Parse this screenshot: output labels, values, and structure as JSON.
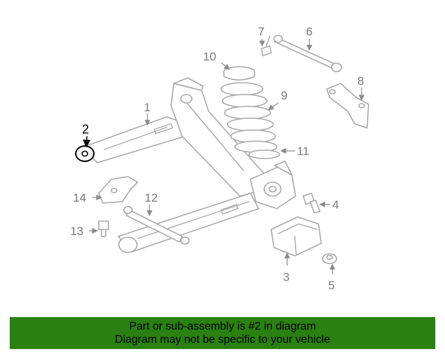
{
  "banner": {
    "line1": "Part or sub-assembly is #2 in diagram",
    "line2": "Diagram may not be specific to your vehicle",
    "color": "#2a8010"
  },
  "highlight_color": "#000000",
  "callouts": [
    {
      "id": "1",
      "label": "1"
    },
    {
      "id": "2",
      "label": "2",
      "highlighted": true
    },
    {
      "id": "3",
      "label": "3"
    },
    {
      "id": "4",
      "label": "4"
    },
    {
      "id": "5",
      "label": "5"
    },
    {
      "id": "6",
      "label": "6"
    },
    {
      "id": "7",
      "label": "7"
    },
    {
      "id": "8",
      "label": "8"
    },
    {
      "id": "9",
      "label": "9"
    },
    {
      "id": "10",
      "label": "10"
    },
    {
      "id": "11",
      "label": "11"
    },
    {
      "id": "12",
      "label": "12"
    },
    {
      "id": "13",
      "label": "13"
    },
    {
      "id": "14",
      "label": "14"
    }
  ]
}
